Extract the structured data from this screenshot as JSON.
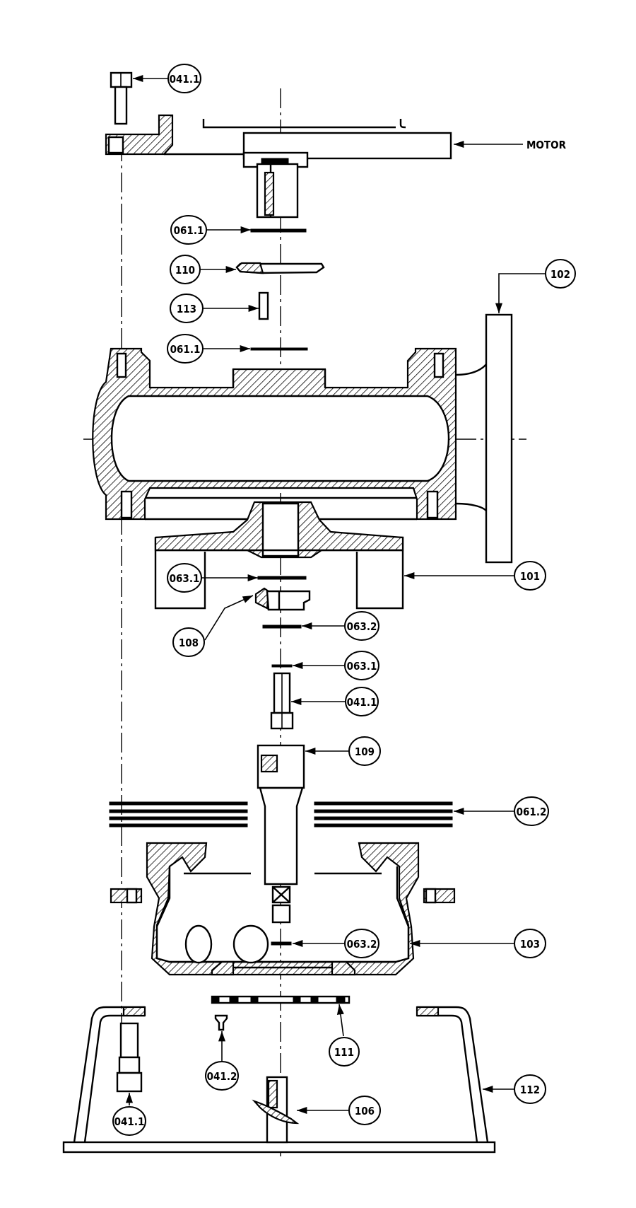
{
  "callouts": {
    "c041_1_top": "041.1",
    "motor": "MOTOR",
    "c061_1_a": "061.1",
    "c110": "110",
    "c113": "113",
    "c061_1_b": "061.1",
    "c102": "102",
    "c063_1_a": "063.1",
    "c101": "101",
    "c108": "108",
    "c063_2_a": "063.2",
    "c063_1_b": "063.1",
    "c041_1_mid": "041.1",
    "c109": "109",
    "c061_2": "061.2",
    "c103": "103",
    "c063_2_b": "063.2",
    "c111": "111",
    "c041_2": "041.2",
    "c112": "112",
    "c106": "106",
    "c041_1_bot": "041.1"
  }
}
